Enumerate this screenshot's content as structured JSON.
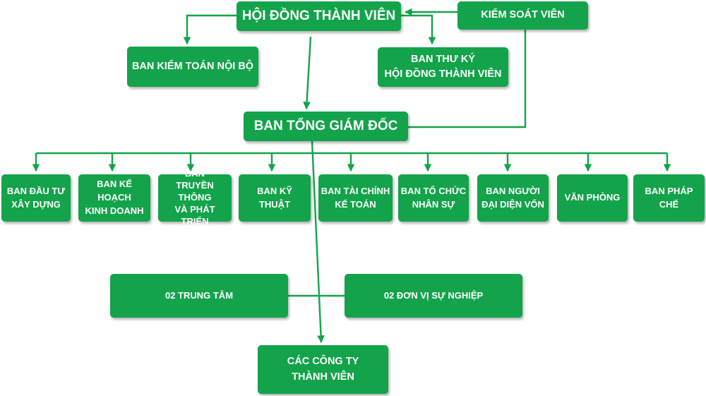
{
  "colors": {
    "box": "#13a34a",
    "text": "#ffffff",
    "line": "#13a34a"
  },
  "nodes": {
    "hoi_dong": "HỘI ĐỒNG THÀNH VIÊN",
    "kiem_soat": "KIỂM SOÁT VIÊN",
    "kiem_toan": "BAN KIỂM TOÁN NỘI BỘ",
    "thu_ky": [
      "BAN THƯ KÝ",
      "HỘI ĐỒNG THÀNH VIÊN"
    ],
    "tong_giam_doc": "BAN TỔNG GIÁM ĐỐC",
    "departments": [
      [
        "BAN ĐẦU TƯ",
        "XÂY DỰNG"
      ],
      [
        "BAN KẾ HOẠCH",
        "KINH DOANH"
      ],
      [
        "BAN",
        "TRUYỀN THÔNG",
        "VÀ PHÁT TRIỂN"
      ],
      [
        "BAN KỸ THUẬT"
      ],
      [
        "BAN TÀI CHÍNH",
        "KẾ TOÁN"
      ],
      [
        "BAN TỔ CHỨC",
        "NHÂN SỰ"
      ],
      [
        "BAN NGƯỜI",
        "ĐẠI DIỆN VỐN"
      ],
      [
        "VĂN PHÒNG"
      ],
      [
        "BAN PHÁP CHẾ"
      ]
    ],
    "trung_tam": "02 TRUNG TÂM",
    "don_vi": "02 ĐƠN VỊ SỰ NGHIỆP",
    "cong_ty": [
      "CÁC CÔNG TY",
      "THÀNH VIÊN"
    ]
  }
}
